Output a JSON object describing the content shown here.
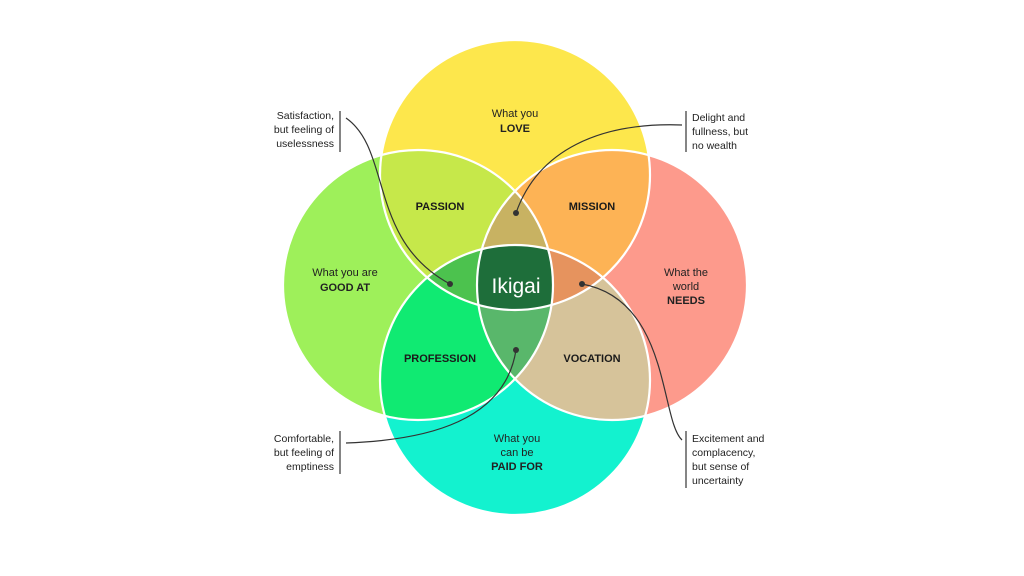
{
  "circles": {
    "love": {
      "line1": "What you",
      "line2": "LOVE",
      "color": "#fde74c"
    },
    "good_at": {
      "line1": "What you are",
      "line2": "GOOD AT",
      "color": "#9ef05a"
    },
    "needs": {
      "line1": "What the",
      "line2": "world",
      "line3": "NEEDS",
      "color": "#fd9a8c"
    },
    "paid_for": {
      "line1": "What you",
      "line2": "can be",
      "line3": "PAID FOR",
      "color": "#13f2cf"
    }
  },
  "regions": {
    "passion": {
      "label": "PASSION",
      "color": "#c6e84a"
    },
    "mission": {
      "label": "MISSION",
      "color": "#fdb355"
    },
    "profession": {
      "label": "PROFESSION",
      "color": "#10ea72"
    },
    "vocation": {
      "label": "VOCATION",
      "color": "#d6c39a"
    }
  },
  "center": {
    "label": "Ikigai",
    "color": "#1e6e3a"
  },
  "triple_colors": {
    "love_good_needs": "#c8b262",
    "love_good_paid": "#4cc24e",
    "love_needs_paid": "#e6935e",
    "good_needs_paid": "#59b76b"
  },
  "annotations": {
    "top_left": [
      "Satisfaction,",
      "but feeling of",
      "uselessness"
    ],
    "top_right": [
      "Delight and",
      "fullness, but",
      "no wealth"
    ],
    "bottom_left": [
      "Comfortable,",
      "but feeling of",
      "emptiness"
    ],
    "bottom_right": [
      "Excitement and",
      "complacency,",
      "but sense of",
      "uncertainty"
    ]
  }
}
